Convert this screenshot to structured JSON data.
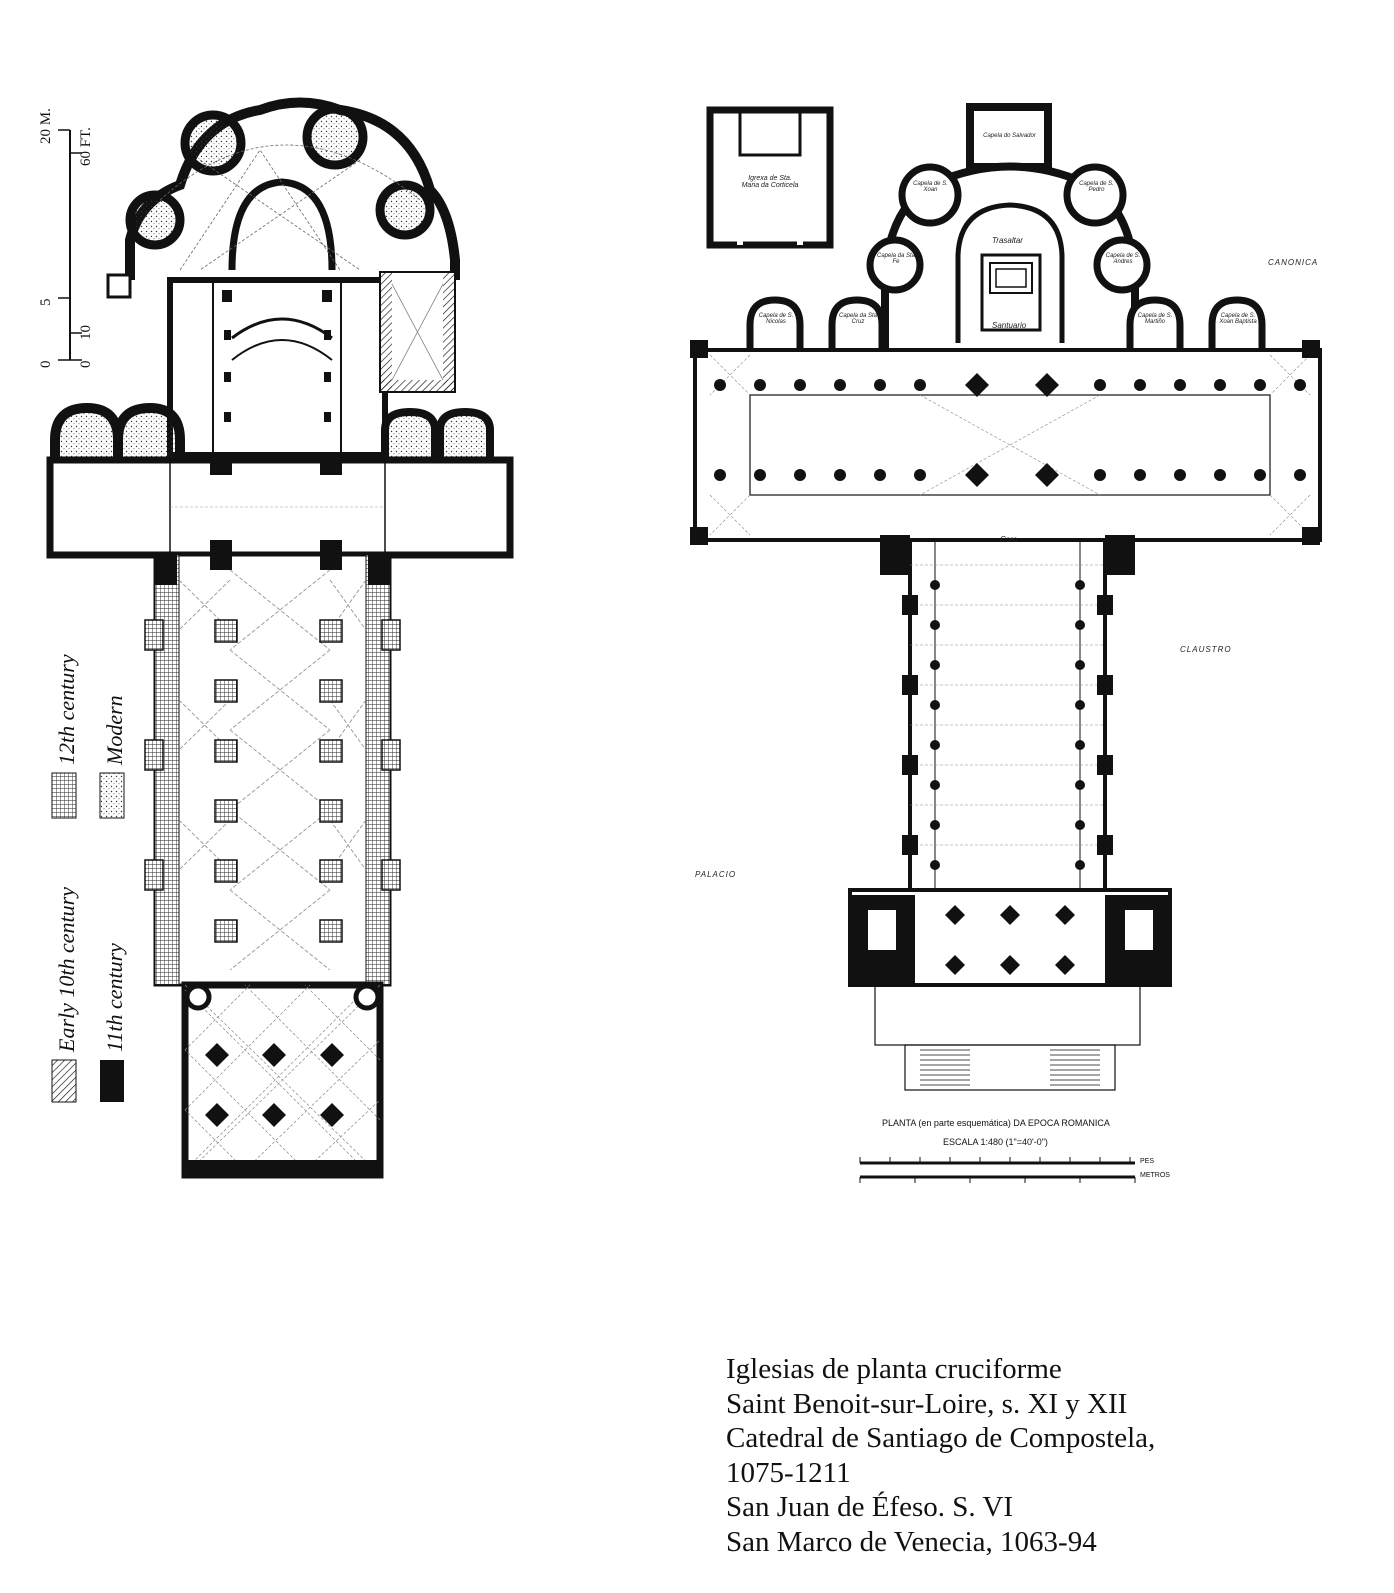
{
  "left_plan": {
    "scale": {
      "m20": "20 M.",
      "ft60": "60 FT.",
      "m5": "5",
      "ft10": "10",
      "zero_m": "0",
      "zero_ft": "0"
    },
    "legend": [
      {
        "label": "Early 10th century",
        "pattern": "hatched"
      },
      {
        "label": "11th century",
        "pattern": "solid"
      },
      {
        "label": "12th century",
        "pattern": "grid"
      },
      {
        "label": "Modern",
        "pattern": "dotted"
      }
    ]
  },
  "right_plan": {
    "chapels": [
      "Capela do Salvador",
      "Capela de S. Xoan",
      "Capela de S. Pedro",
      "Capela da Sta Fe",
      "Capela de S. Andres",
      "Capela de S. Nicolas",
      "Capela da Sta Cruz",
      "Capela de S. Martiño",
      "Capela de S. Xoan Baptista"
    ],
    "areas": {
      "trasaltar": "Trasaltar",
      "santuario": "Santuario",
      "coro": "Coro"
    },
    "outside": {
      "canonica": "CANONICA",
      "claustro": "CLAUSTRO",
      "palacio": "PALACIO"
    },
    "inset": "Igrexa de Sta. Maria da Corticela",
    "title": "PLANTA (en parte esquemática) DA EPOCA ROMANICA",
    "scale": "ESCALA 1:480 (1\"=40'-0\")",
    "scale_units": {
      "feet": "PES",
      "meters": "METROS"
    }
  },
  "caption": [
    "Iglesias de planta cruciforme",
    "Saint Benoit-sur-Loire, s. XI y XII",
    "Catedral de Santiago de Compostela,",
    "1075-1211",
    "San Juan de Éfeso. S. VI",
    "San Marco de Venecia, 1063-94"
  ],
  "colors": {
    "ink": "#111111",
    "paper": "#ffffff",
    "grid": "#777777"
  }
}
